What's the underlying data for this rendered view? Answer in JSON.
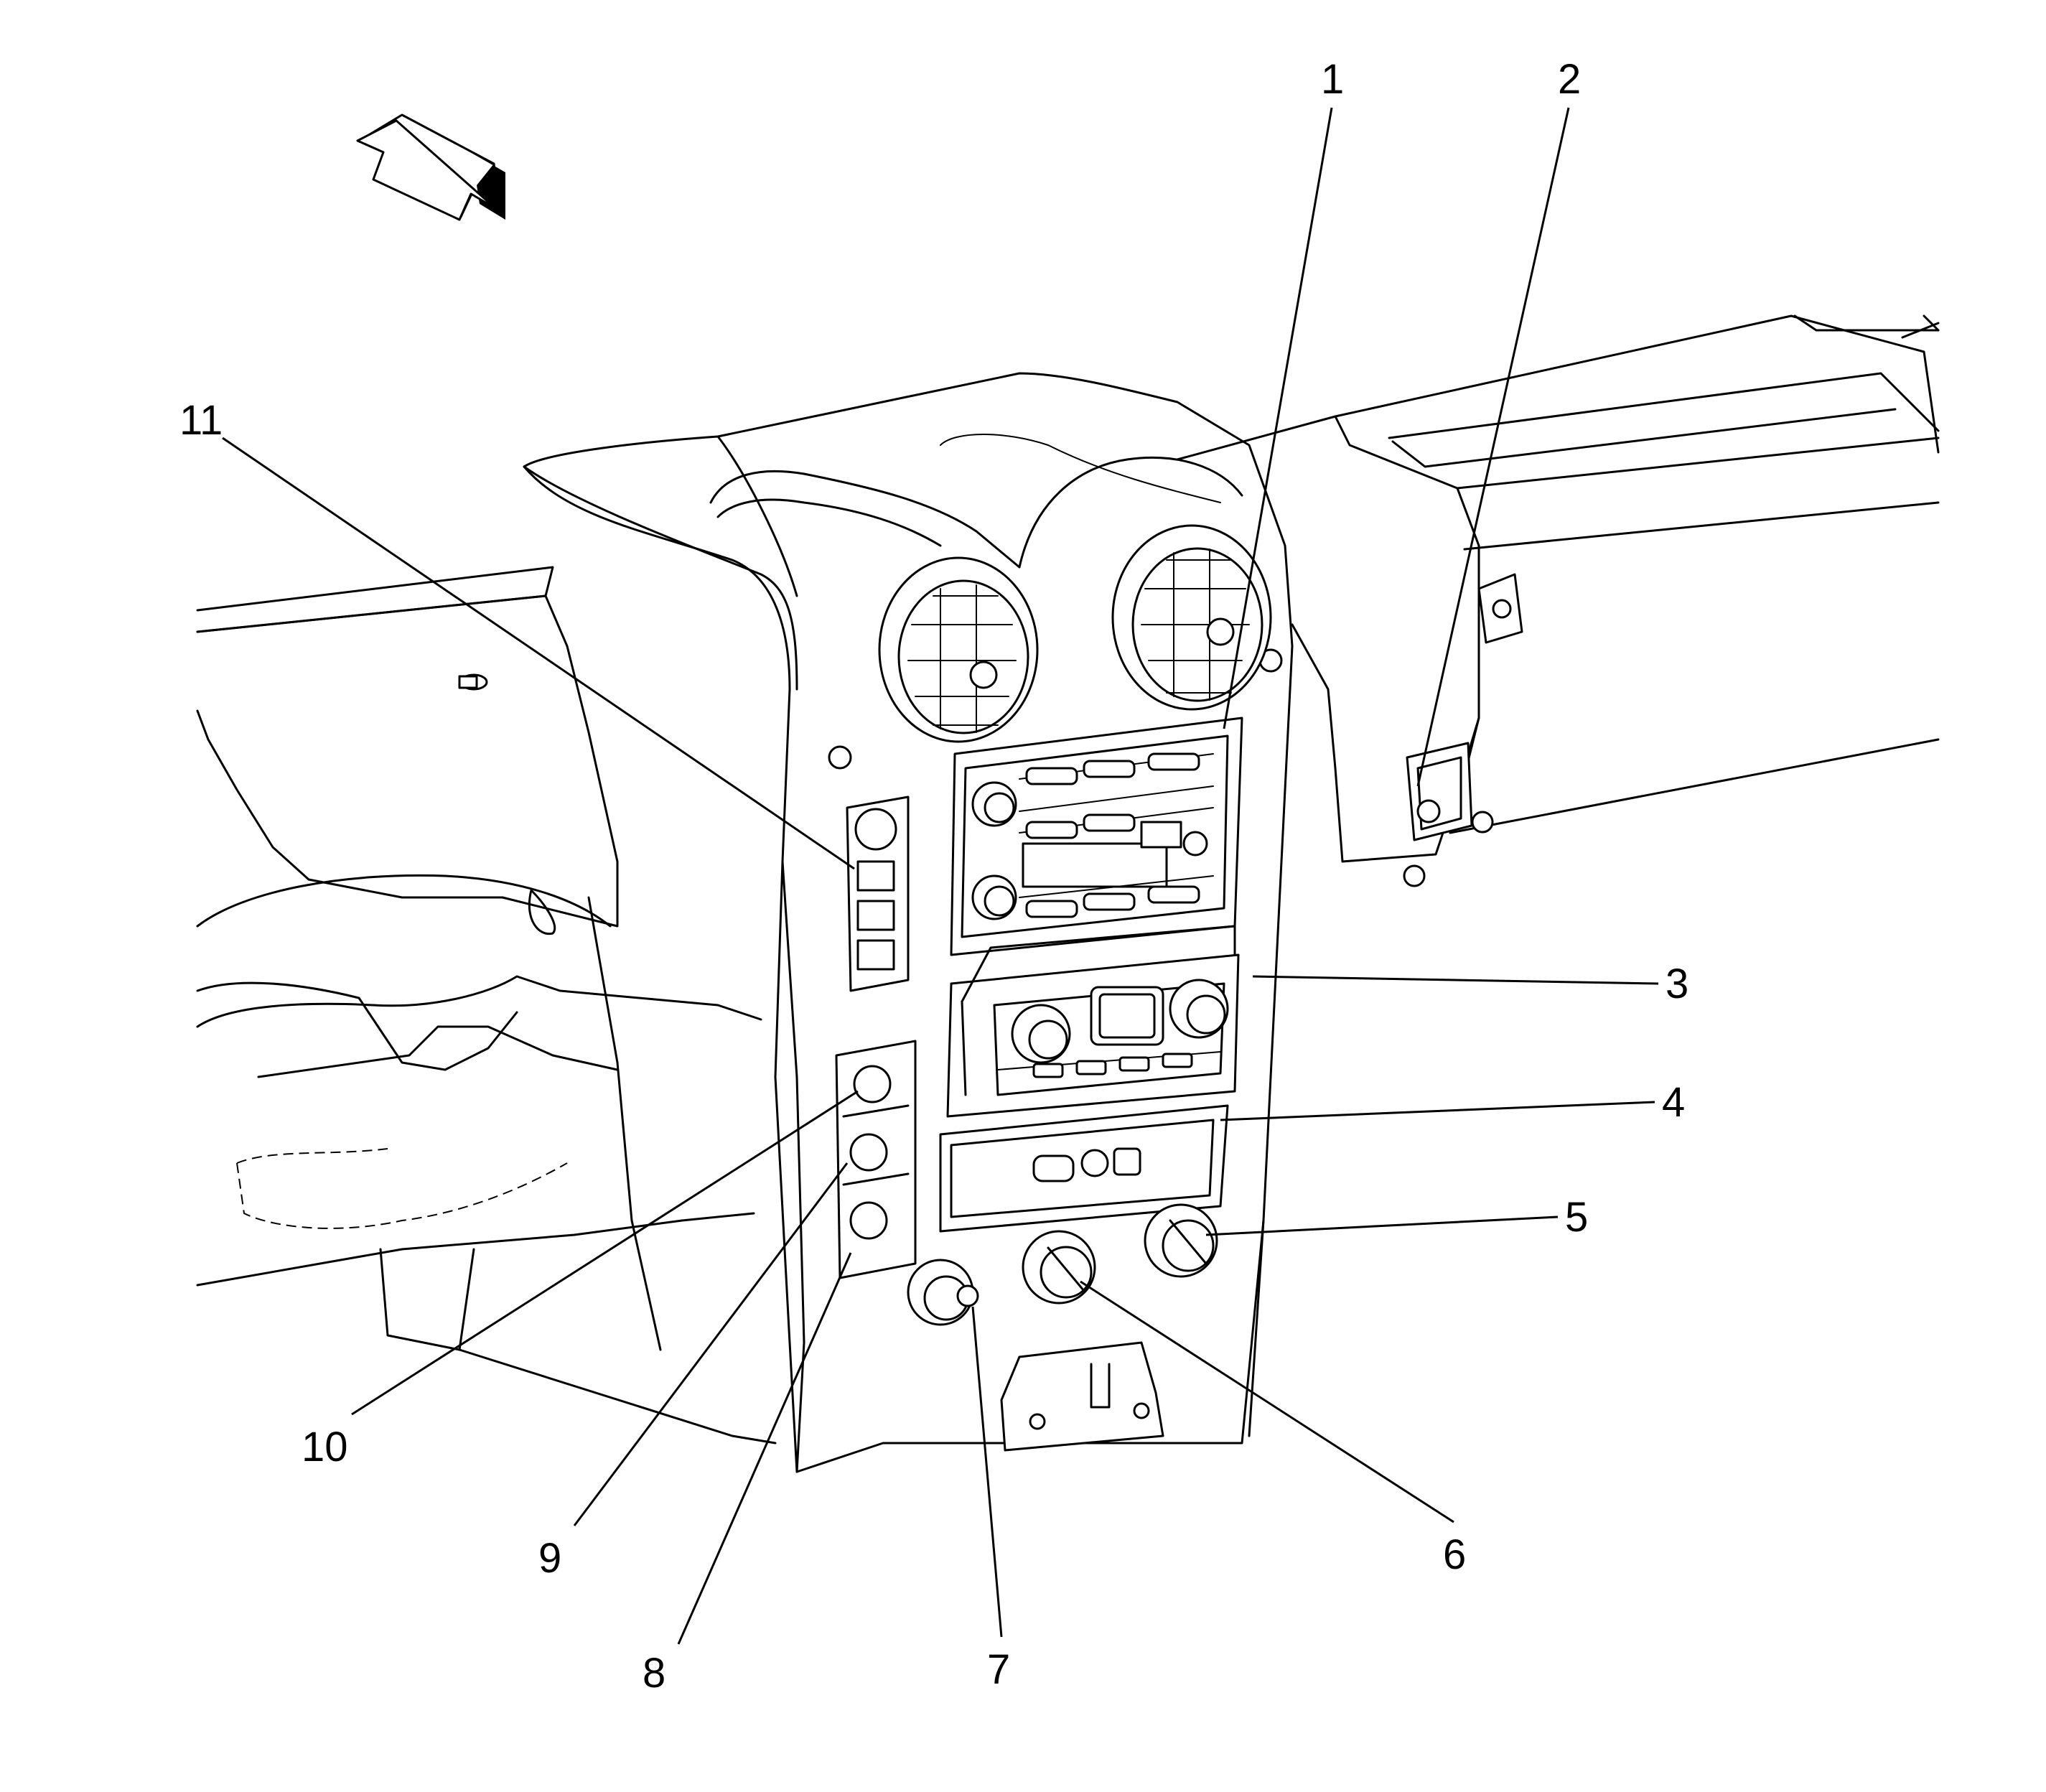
{
  "callouts": [
    "1",
    "2",
    "3",
    "4",
    "5",
    "6",
    "7",
    "8",
    "9",
    "10",
    "11"
  ],
  "icons": {
    "orientation_arrow": "forward-arrow-icon"
  }
}
